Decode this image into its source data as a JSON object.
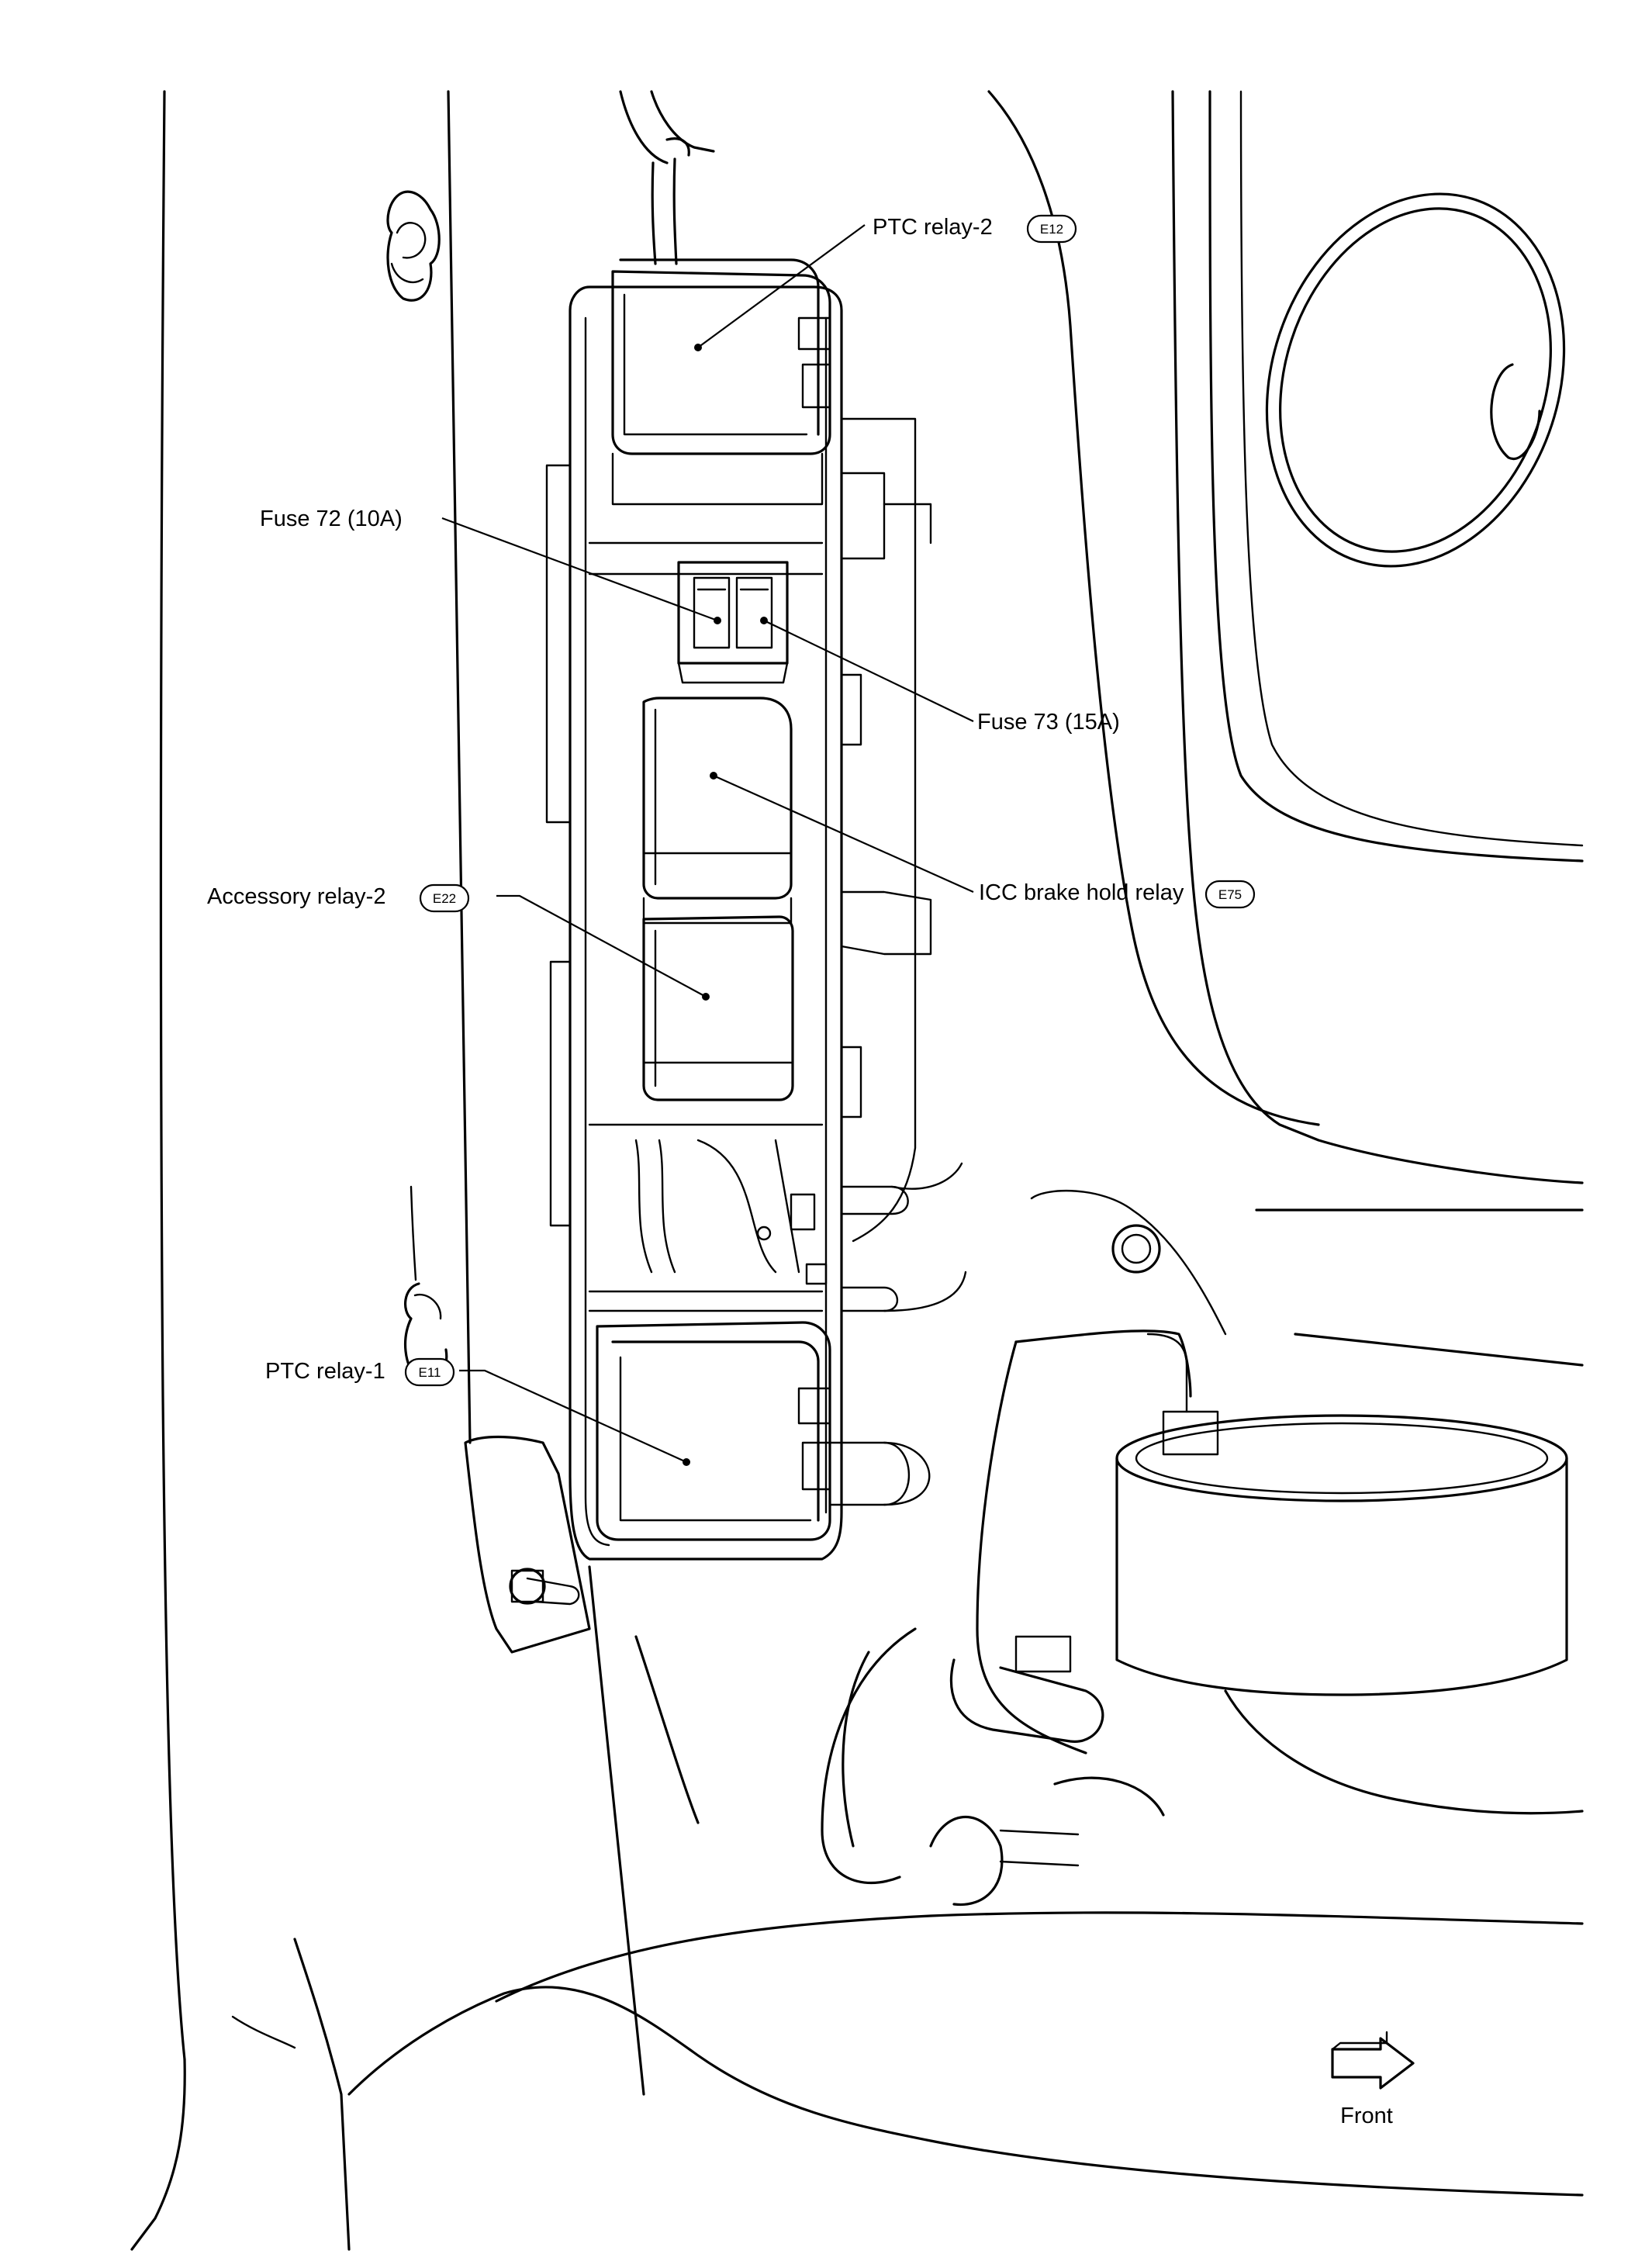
{
  "labels": {
    "ptc_relay_2": {
      "text": "PTC relay-2",
      "code": "E12"
    },
    "fuse_72": {
      "text": "Fuse 72 (10A)"
    },
    "fuse_73": {
      "text": "Fuse 73 (15A)"
    },
    "icc_brake_hold_relay": {
      "text": "ICC brake hold relay",
      "code": "E75"
    },
    "accessory_relay_2": {
      "text": "Accessory relay-2",
      "code": "E22"
    },
    "ptc_relay_1": {
      "text": "PTC relay-1",
      "code": "E11"
    }
  },
  "direction": {
    "text": "Front",
    "icon": "right-arrow-icon"
  },
  "colors": {
    "line": "#000000",
    "background": "#ffffff"
  }
}
